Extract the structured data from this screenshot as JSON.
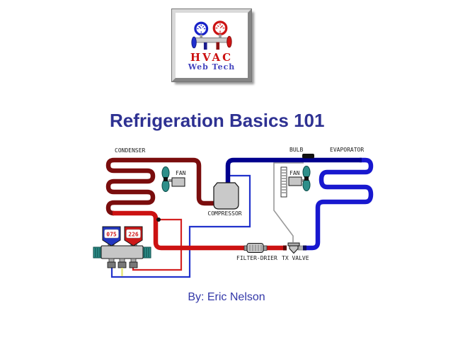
{
  "logo": {
    "title": "HVAC",
    "subtitle": "Web Tech"
  },
  "slide": {
    "title": "Refrigeration Basics 101",
    "byline": "By: Eric Nelson"
  },
  "diagram": {
    "labels": {
      "condenser": "CONDENSER",
      "condenser_fan": "FAN",
      "compressor": "COMPRESSOR",
      "bulb": "BULB",
      "evaporator": "EVAPORATOR",
      "evaporator_fan": "FAN",
      "filter_drier": "FILTER-DRIER",
      "tx_valve": "TX VALVE"
    },
    "gauges": {
      "low_side_psi": "075",
      "high_side_psi": "226"
    },
    "colors": {
      "discharge_line": "#7a0d0d",
      "liquid_line": "#cc1212",
      "suction_line": "#00008e",
      "evaporator_line": "#1818cf",
      "gauge_hose_red": "#d42222",
      "gauge_hose_blue": "#2233cc",
      "fan_blade_teal": "#2e8f8a",
      "component_gray": "#c6c6c6",
      "title_blue": "#2e3192"
    }
  }
}
